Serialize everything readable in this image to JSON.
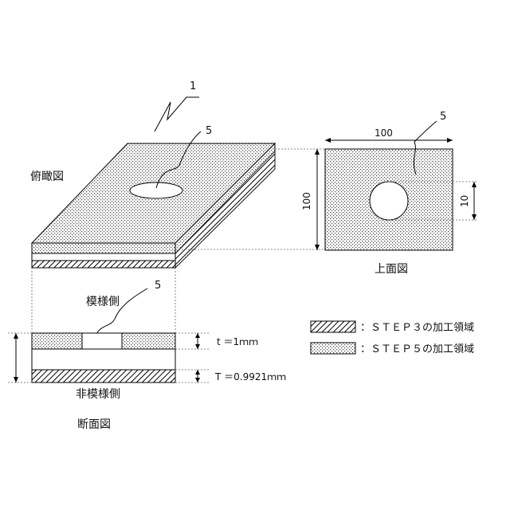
{
  "figure": {
    "label_1": "1",
    "label_5_iso": "5",
    "label_5_top": "5",
    "label_5_sec": "5",
    "view_oblique": "俯瞰図",
    "view_top": "上面図",
    "view_section": "断面図",
    "side_pattern": "模様側",
    "side_nonpattern": "非模様側",
    "dim_top_width": "100",
    "dim_top_height": "100",
    "dim_hole": "10",
    "dim_t": "t ＝1ｍｍ",
    "dim_T": "T ＝0.9921ｍｍ"
  },
  "legend": {
    "step3": "：ＳＴＥＰ３の加工領域",
    "step5": "：ＳＴＥＰ５の加工領域"
  }
}
